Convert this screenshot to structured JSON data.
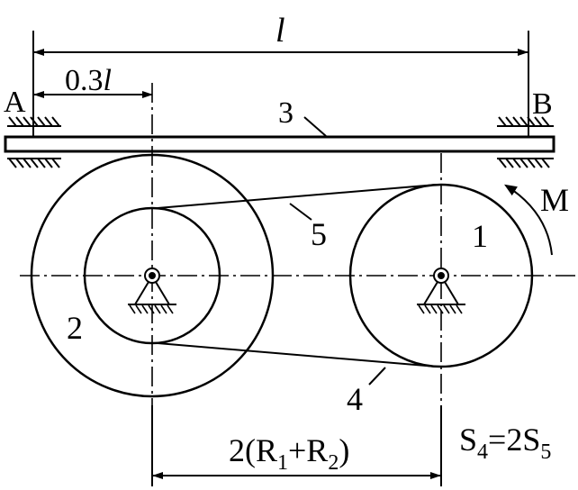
{
  "labels": {
    "span_symbol": "l",
    "offset_coef": "0.3",
    "offset_symbol": "l",
    "support_a": "A",
    "support_b": "B",
    "beam_no": "3",
    "belt_upper_no": "5",
    "belt_lower_no": "4",
    "pulley_left_no": "2",
    "pulley_right_no": "1",
    "moment": "M",
    "center_distance": {
      "prefix": "2(R",
      "sub1": "1",
      "plus": "+R",
      "sub2": "2",
      "suffix": ")"
    },
    "belt_relation": {
      "s1": "S",
      "sub1": "4",
      "eq": "=2S",
      "sub2": "5"
    }
  },
  "icons": {
    "left_pivot": "pin-support-icon",
    "right_pivot": "pin-support-icon",
    "moment_arrow": "curved-arrow-icon"
  }
}
